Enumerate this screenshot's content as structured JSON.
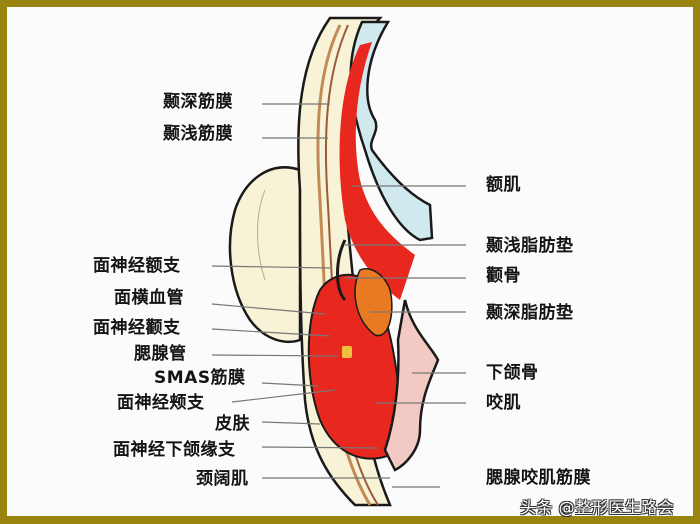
{
  "diagram": {
    "type": "anatomical cross-section",
    "subject": "temporal and facial soft tissue layers (sagittal section)",
    "colors": {
      "border": "#9a8410",
      "background": "#fbfbfb",
      "muscle_red": "#e8281e",
      "skin_cream": "#f8f2d6",
      "bone_lightblue": "#cfe9ee",
      "fat_orange": "#e97a22",
      "mandible_pink": "#f3c9c4",
      "outline": "#1a1a1a",
      "leader_line": "#777777"
    },
    "labels_left": [
      {
        "id": "deep_temporal_fascia",
        "text": "颞深筋膜"
      },
      {
        "id": "superficial_temporal_fascia",
        "text": "颞浅筋膜"
      },
      {
        "id": "facial_nerve_frontal_branch",
        "text": "面神经额支"
      },
      {
        "id": "transverse_facial_vessels",
        "text": "面横血管"
      },
      {
        "id": "facial_nerve_zygomatic_branch",
        "text": "面神经颧支"
      },
      {
        "id": "parotid_duct",
        "text": "腮腺管"
      },
      {
        "id": "smas_fascia",
        "text": "SMAS筋膜"
      },
      {
        "id": "facial_nerve_buccal_branch",
        "text": "面神经颊支"
      },
      {
        "id": "skin",
        "text": "皮肤"
      },
      {
        "id": "facial_nerve_marginal_mandibular_branch",
        "text": "面神经下颌缘支"
      },
      {
        "id": "platysma",
        "text": "颈阔肌"
      }
    ],
    "labels_right": [
      {
        "id": "frontalis",
        "text": "额肌"
      },
      {
        "id": "superficial_temporal_fat_pad",
        "text": "颞浅脂肪垫"
      },
      {
        "id": "zygomatic_bone",
        "text": "颧骨"
      },
      {
        "id": "deep_temporal_fat_pad",
        "text": "颞深脂肪垫"
      },
      {
        "id": "mandible",
        "text": "下颌骨"
      },
      {
        "id": "masseter",
        "text": "咬肌"
      },
      {
        "id": "parotid_masseteric_fascia",
        "text": "腮腺咬肌筋膜"
      }
    ],
    "watermark": "头条 @整形医生路会"
  }
}
